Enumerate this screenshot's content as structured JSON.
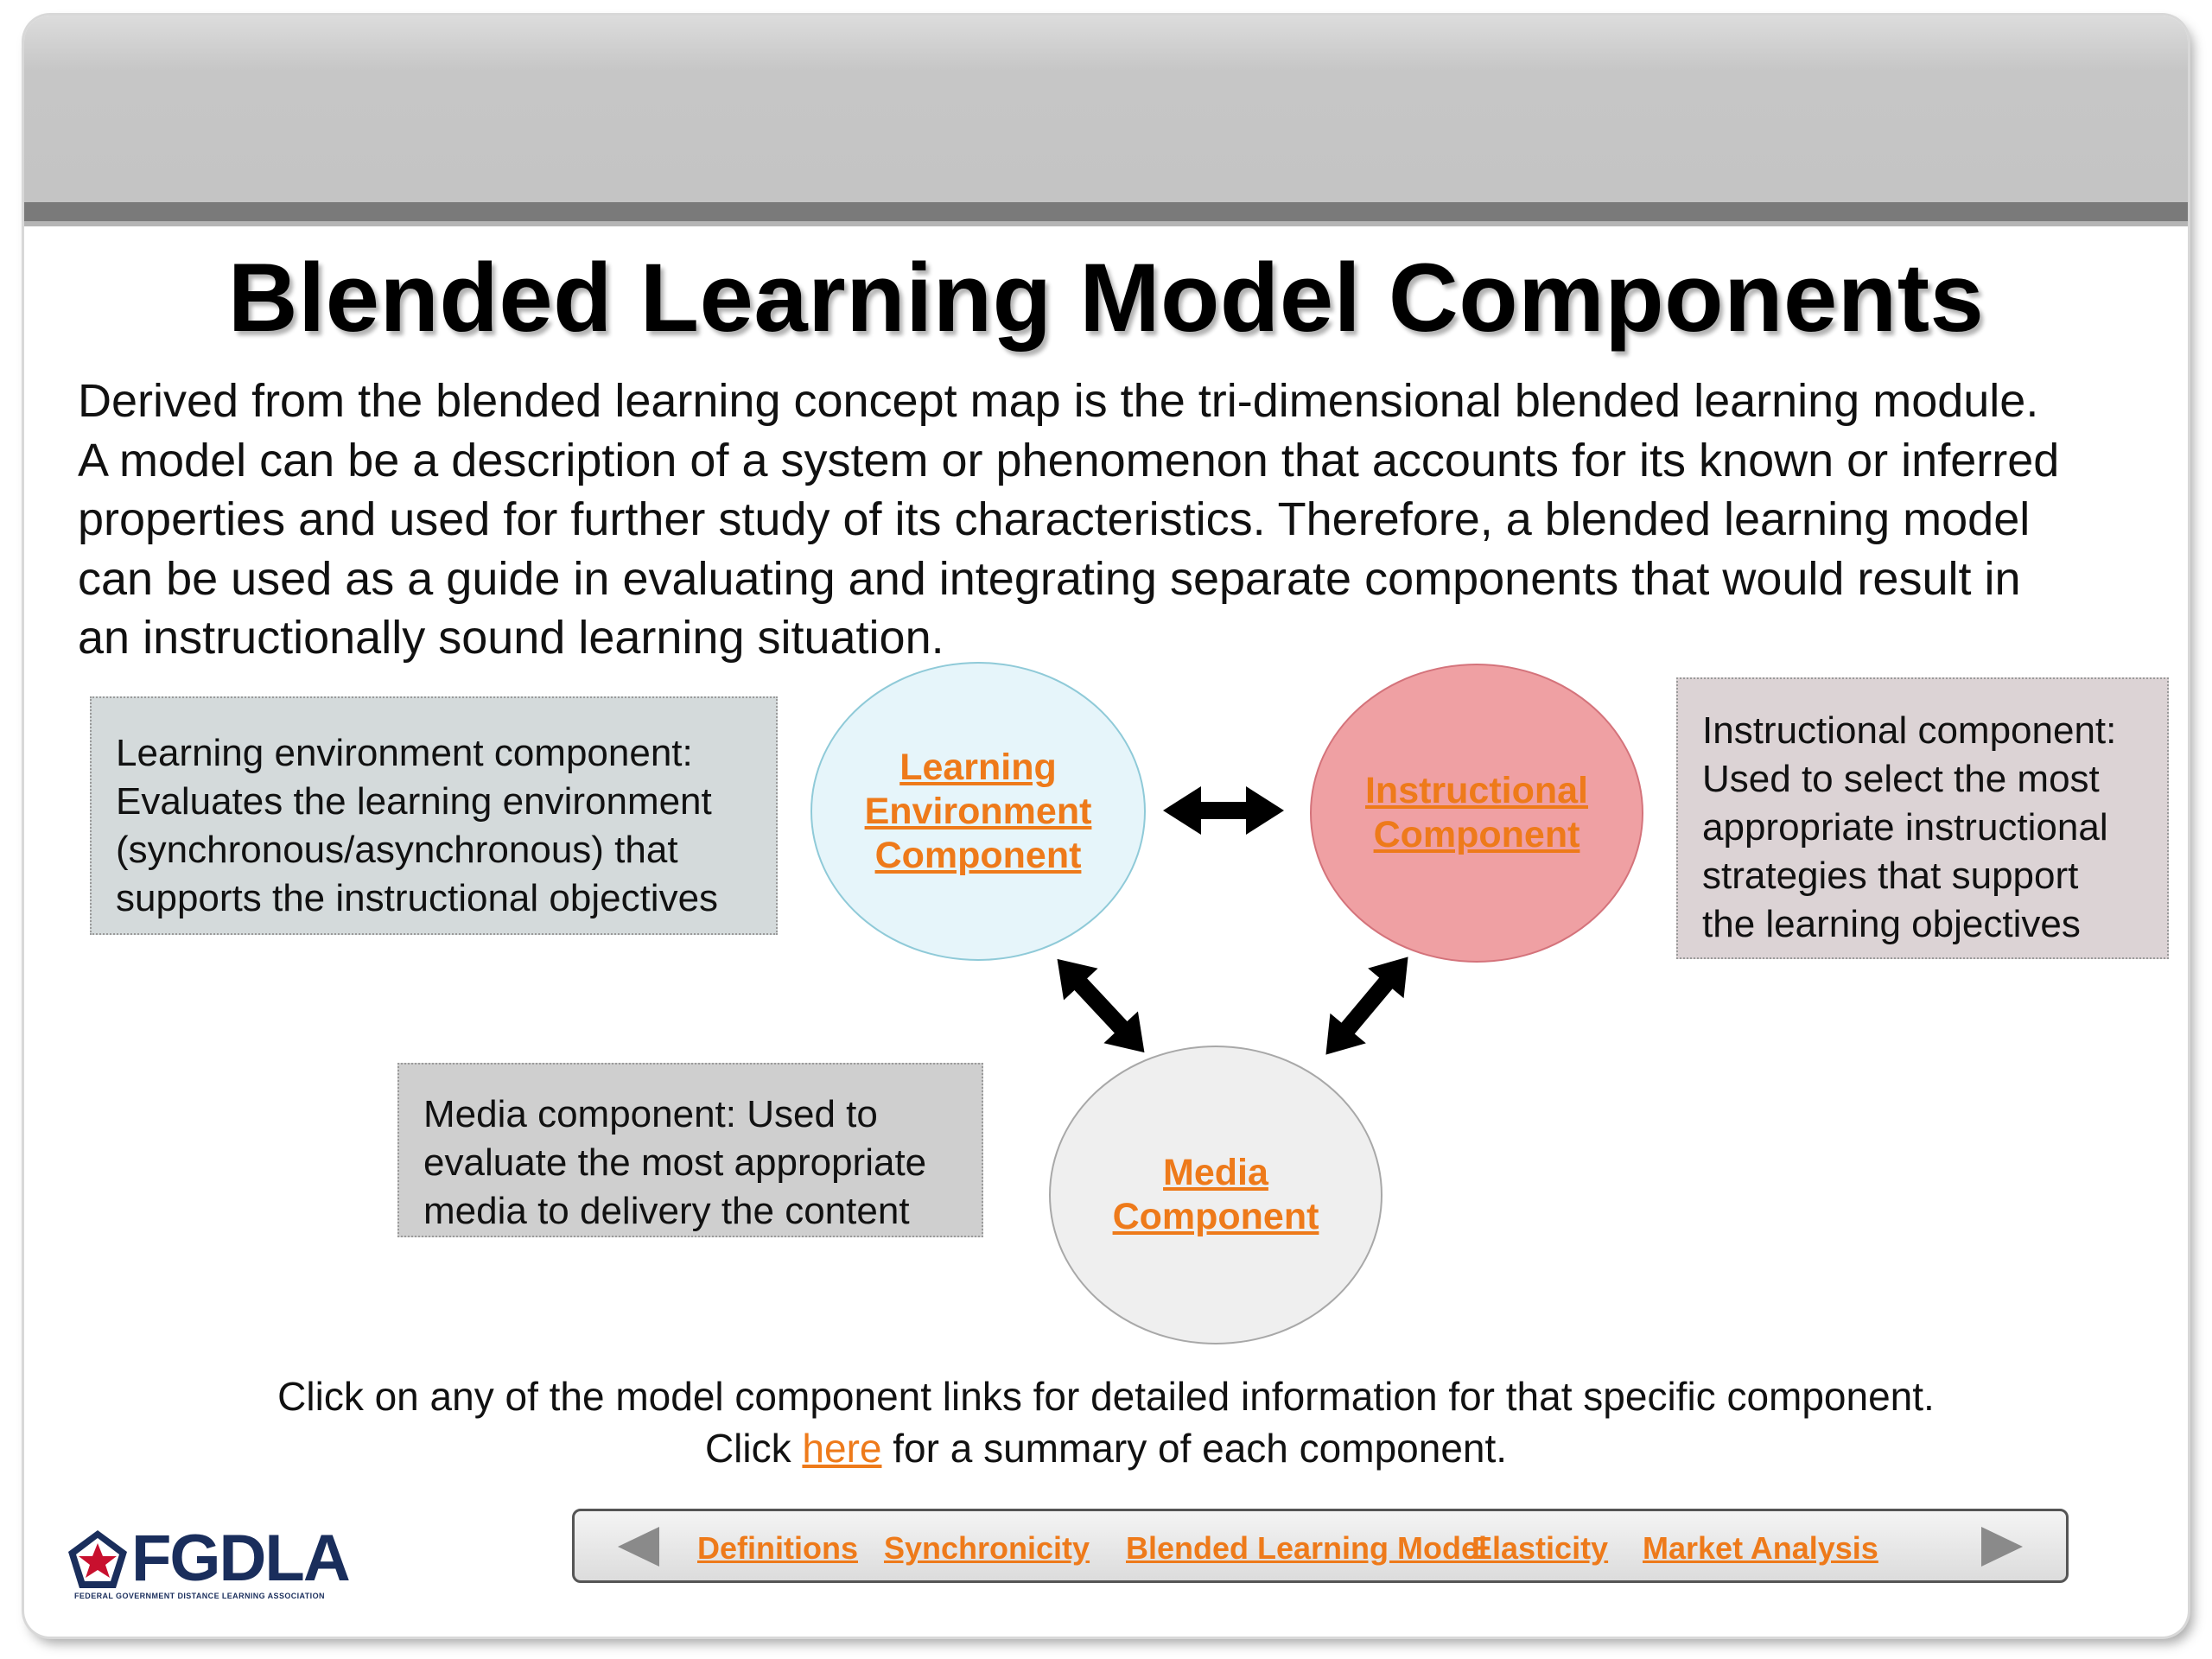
{
  "title": "Blended Learning Model Components",
  "intro_lines": [
    "Derived from the blended learning concept map is the tri-dimensional blended learning module.",
    "A model can be a description of a system or phenomenon that accounts for its known or inferred",
    "properties and used for further study of its characteristics. Therefore, a blended learning model",
    "can be used as a guide in evaluating and integrating separate components that would result in",
    "an instructionally sound learning situation."
  ],
  "boxes": {
    "learning_env": [
      "Learning environment component:",
      "Evaluates the learning environment",
      "(synchronous/asynchronous) that",
      "supports the instructional objectives"
    ],
    "instructional": [
      "Instructional component:",
      "Used to select the most",
      "appropriate instructional",
      "strategies that support",
      "the learning objectives"
    ],
    "media": [
      "Media component: Used to",
      "evaluate the most appropriate",
      "media to delivery the content"
    ]
  },
  "circles": {
    "learning_env": [
      "Learning",
      "Environment",
      "Component"
    ],
    "instructional": [
      "Instructional",
      "Component"
    ],
    "media": [
      "Media",
      "Component"
    ]
  },
  "footer": {
    "line1": "Click on any of the model component links for detailed information for that specific component.",
    "line2_prefix": "Click ",
    "line2_link": "here",
    "line2_suffix": " for a summary of each component."
  },
  "nav": {
    "links": [
      "Definitions",
      "Synchronicity",
      "Blended Learning Model",
      "Elasticity",
      "Market Analysis"
    ]
  },
  "logo": {
    "text": "FGDLA",
    "subtitle": "FEDERAL GOVERNMENT DISTANCE LEARNING ASSOCIATION"
  },
  "colors": {
    "link": "#ee7a1a",
    "learning_env_circle": "#e6f5fa",
    "instructional_circle": "#efa0a3",
    "media_circle": "#efefef"
  }
}
